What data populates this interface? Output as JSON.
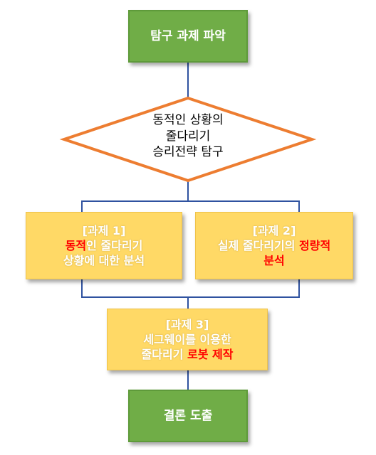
{
  "colors": {
    "start_end_fill": "#70ad47",
    "task_fill": "#ffd966",
    "decision_border": "#ed7d31",
    "connector": "#2f52a0",
    "highlight": "#ff0000"
  },
  "nodes": {
    "start": {
      "text": "탐구 과제 파악"
    },
    "decision": {
      "line1": "동적인 상황의",
      "line2": "줄다리기",
      "line3": "승리전략 탐구"
    },
    "task1": {
      "label": "[과제 1]",
      "line2_highlight": "동적",
      "line2_rest": "인 줄다리기",
      "line3": "상황에 대한 분석"
    },
    "task2": {
      "label": "[과제 2]",
      "line2_rest": "실제 줄다리기의 ",
      "line2_highlight": "정량적",
      "line3_highlight": "분석"
    },
    "task3": {
      "label": "[과제 3]",
      "line2": "세그웨이를 이용한",
      "line3_rest": "줄다리기 ",
      "line3_highlight": "로봇 제작"
    },
    "end": {
      "text": "결론 도출"
    }
  }
}
